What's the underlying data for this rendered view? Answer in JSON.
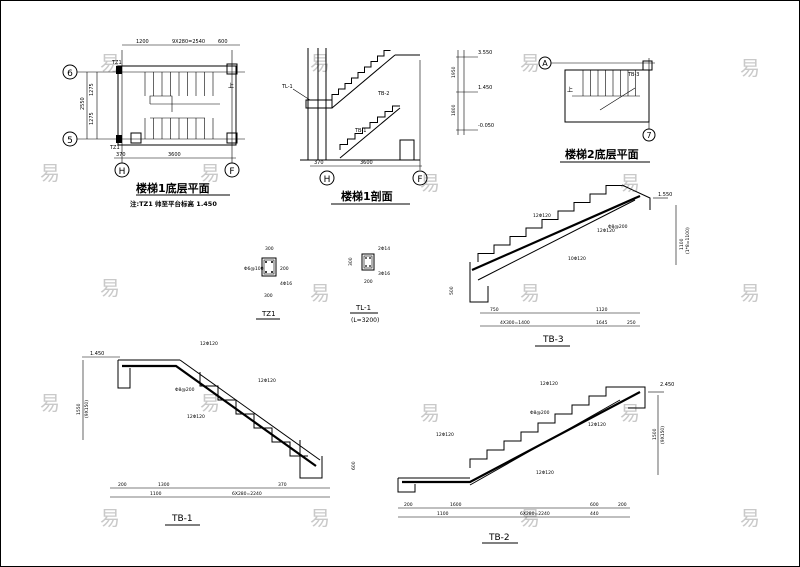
{
  "watermark": {
    "glyph": "易",
    "color": "#c9c9c9"
  },
  "plan1": {
    "title": "楼梯1底层平面",
    "note": "注:TZ1 帅至平台标高 1.450",
    "grid_6": "6",
    "grid_5": "5",
    "grid_h": "H",
    "grid_f": "F",
    "dim_top": [
      "1200",
      "9X280=2540",
      "600"
    ],
    "dim_left": [
      "1275",
      "1275"
    ],
    "dim_left_total": "2550",
    "dim_bottom": [
      "370",
      "3600"
    ],
    "up_label": "上",
    "labels": [
      "TZ1",
      "TZ1"
    ]
  },
  "section1": {
    "title": "楼梯1剖面",
    "grid_h": "H",
    "grid_f": "F",
    "labels": [
      "TL-1",
      "TB-2",
      "TB-1"
    ],
    "dim_bottom": [
      "370",
      "3600"
    ],
    "elev": [
      "3.550",
      "1.450",
      "-0.050"
    ],
    "elev_dims": [
      "1950",
      "1800"
    ]
  },
  "plan2": {
    "title": "楼梯2底层平面",
    "grid_a": "A",
    "grid_7": "7",
    "label": "TB-3",
    "up_label": "上"
  },
  "tz1": {
    "label": "TZ1",
    "dims": [
      "300",
      "200",
      "300"
    ],
    "bars": "4Φ16",
    "stirrup": "Φ6@100"
  },
  "tl1": {
    "label": "TL-1",
    "sub": "(L=3200)",
    "dims": [
      "300",
      "200"
    ],
    "bars": [
      "2Φ14",
      "3Φ16"
    ]
  },
  "tb3": {
    "label": "TB-3",
    "elev": "1.550",
    "rebar": [
      "Φ8@200",
      "12Φ120",
      "12Φ120",
      "10Φ120"
    ],
    "dim_right": [
      "1100",
      "(1*8=1100)"
    ],
    "dim_left": "500",
    "dim_bottom": [
      "750",
      "4X300=1400",
      "1120",
      "1645",
      "250"
    ]
  },
  "tb1": {
    "label": "TB-1",
    "elev": "1.450",
    "rebar": [
      "12Φ120",
      "Φ8@200",
      "12Φ120",
      "12Φ120"
    ],
    "dim_left": [
      "1550",
      "(9X150)"
    ],
    "dim_right": "600",
    "dim_bottom": [
      "200",
      "1300",
      "1100",
      "6X280=2240",
      "370"
    ]
  },
  "tb2": {
    "label": "TB-2",
    "elev": "2.450",
    "rebar": [
      "12Φ120",
      "Φ8@200",
      "12Φ120",
      "12Φ120",
      "12Φ120"
    ],
    "dim_right": [
      "1500",
      "(9X150)"
    ],
    "dim_bottom": [
      "200",
      "1100",
      "1600",
      "6X280=2240",
      "600",
      "200",
      "440"
    ]
  }
}
